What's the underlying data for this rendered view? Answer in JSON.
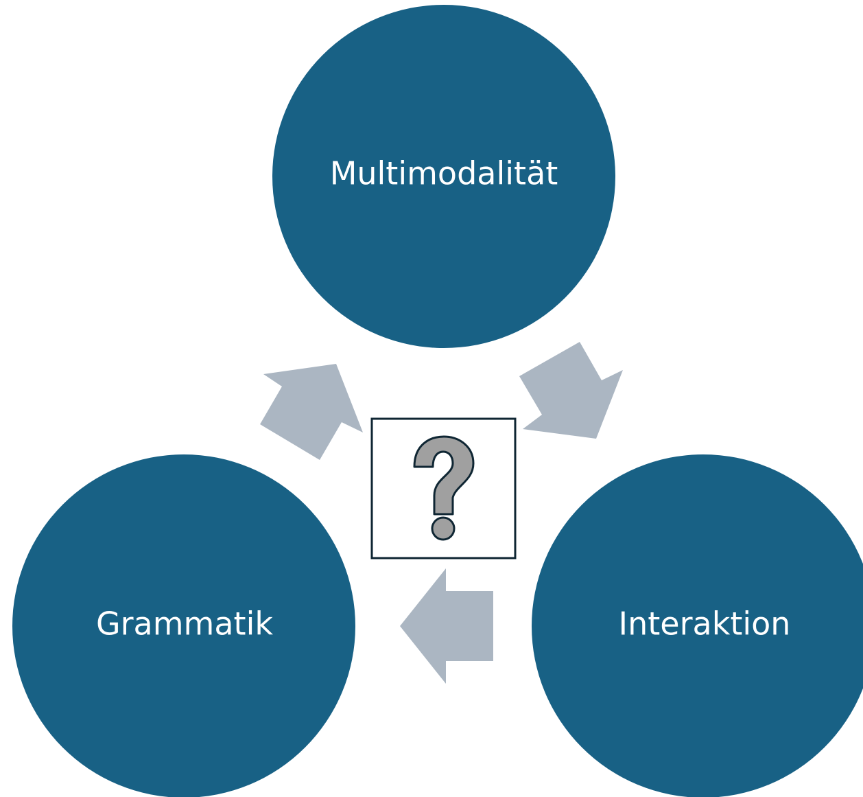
{
  "nodes": {
    "top": {
      "label": "Multimodalität"
    },
    "bottom_left": {
      "label": "Grammatik"
    },
    "bottom_right": {
      "label": "Interaktion"
    }
  },
  "center": {
    "icon": "question-mark-icon"
  },
  "colors": {
    "node_fill": "#186185",
    "arrow_fill": "#abb6c2",
    "icon_fill": "#a0a0a0",
    "icon_stroke": "#0f2633",
    "box_stroke": "#0f2633",
    "label_text": "#ffffff"
  }
}
